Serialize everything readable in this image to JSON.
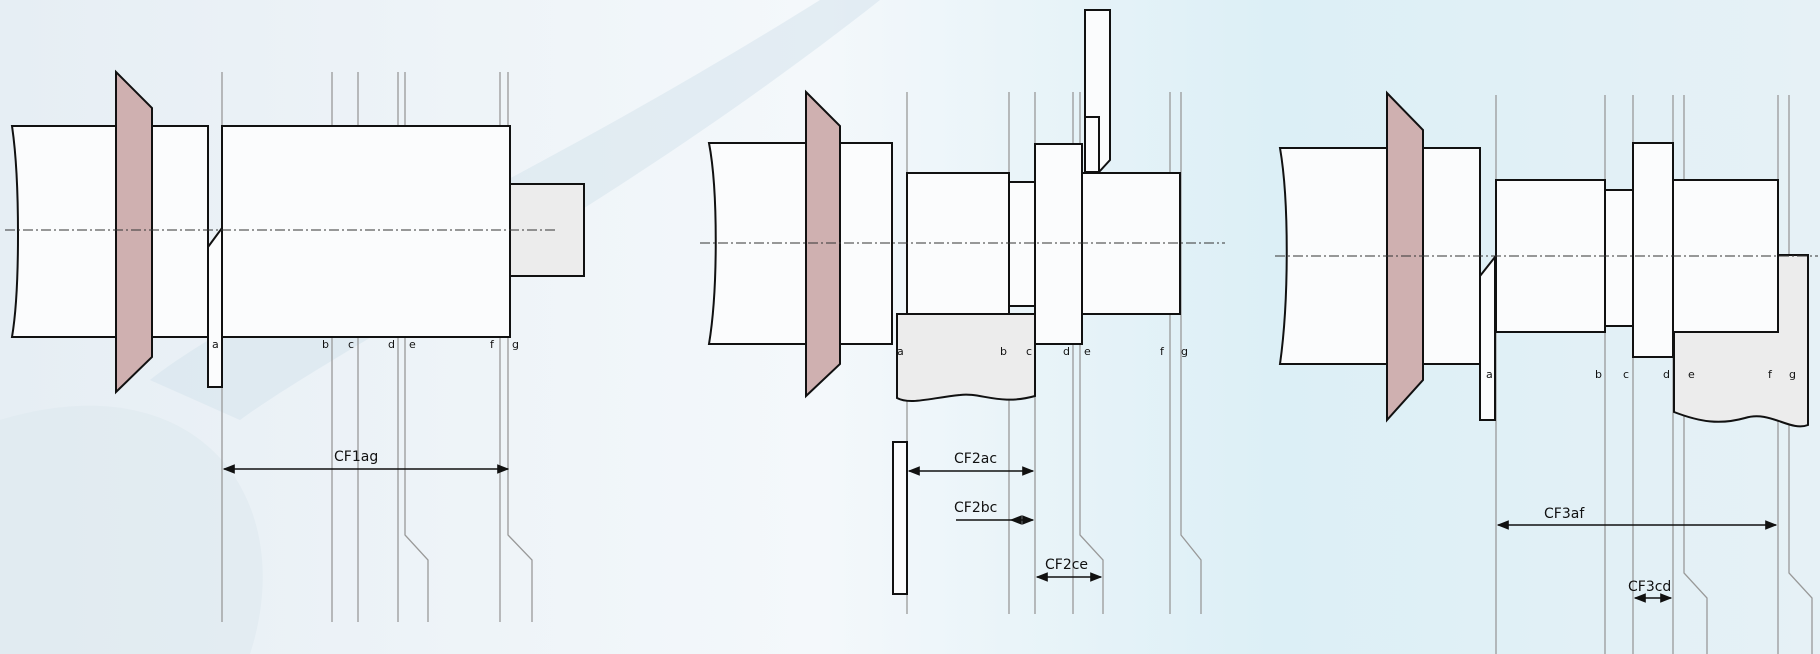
{
  "diagrams": [
    {
      "id": "cf1",
      "point_labels": [
        "a",
        "b",
        "c",
        "d",
        "e",
        "f",
        "g"
      ],
      "dimensions": [
        {
          "label": "CF1ag"
        }
      ]
    },
    {
      "id": "cf2",
      "point_labels": [
        "a",
        "b",
        "c",
        "d",
        "e",
        "f",
        "g"
      ],
      "dimensions": [
        {
          "label": "CF2ac"
        },
        {
          "label": "CF2bc"
        },
        {
          "label": "CF2ce"
        }
      ]
    },
    {
      "id": "cf3",
      "point_labels": [
        "a",
        "b",
        "c",
        "d",
        "e",
        "f",
        "g"
      ],
      "dimensions": [
        {
          "label": "CF3af"
        },
        {
          "label": "CF3cd"
        }
      ]
    }
  ],
  "colors": {
    "background": "#f2f7fa",
    "flange": "#cfb0b0",
    "part": "#fbfcfd",
    "shaded": "#ececec",
    "reference_line": "#999999",
    "outline": "#111111"
  }
}
